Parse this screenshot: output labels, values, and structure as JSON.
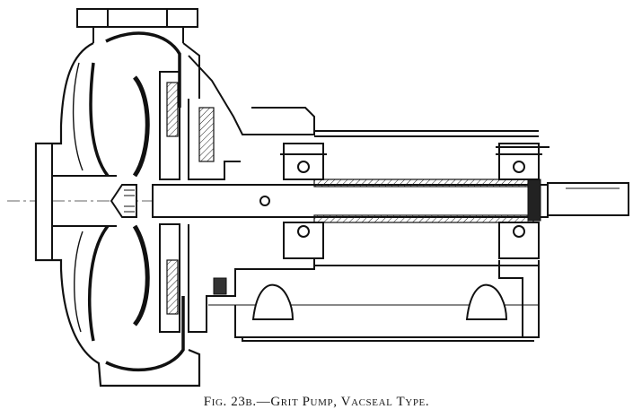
{
  "figure": {
    "caption": "Fig. 23b.—Grit Pump, Vacseal Type.",
    "ink_color": "#111111",
    "paper_color": "#ffffff"
  },
  "parts": {
    "volute_casing": "volute-casing",
    "impeller": "impeller",
    "suction_flange": "suction-flange",
    "discharge_flange": "discharge-flange",
    "bearing_frame": "bearing-frame",
    "shaft": "shaft",
    "bearings": "ball-bearings",
    "feet": "support-feet"
  }
}
